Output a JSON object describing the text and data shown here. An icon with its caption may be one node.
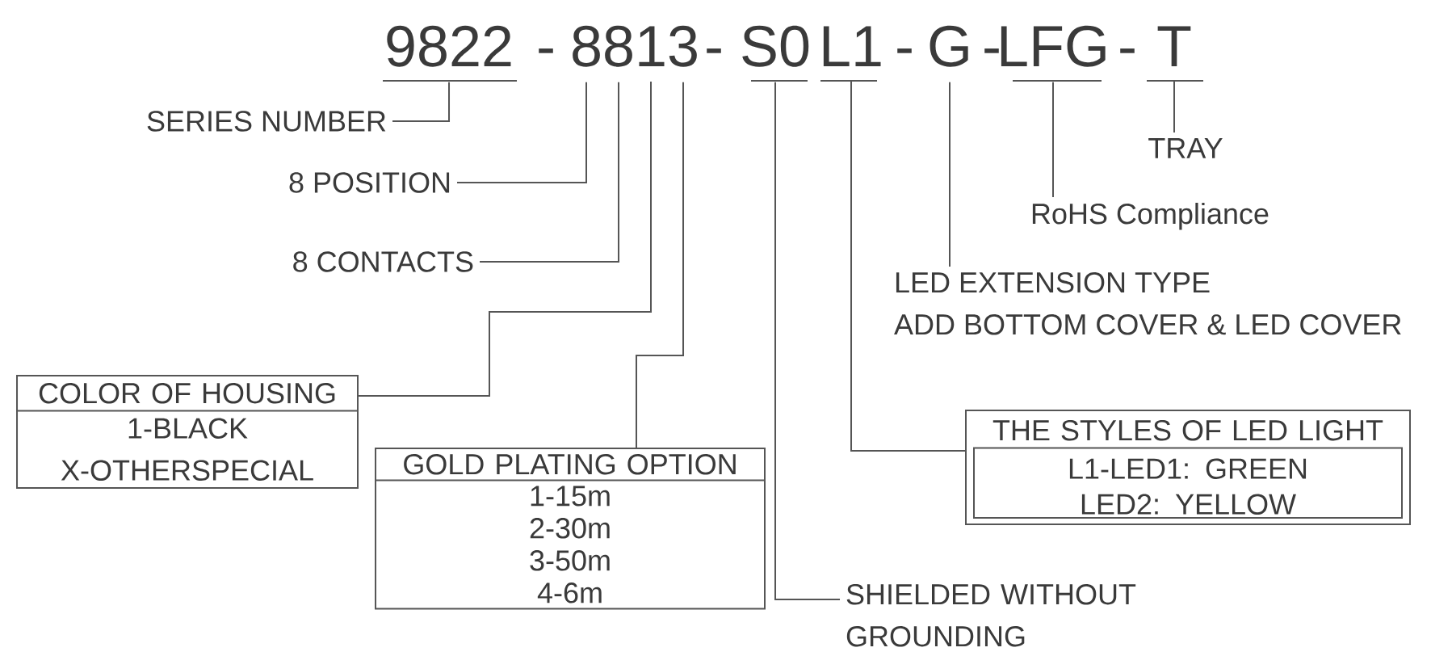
{
  "diagram": {
    "nodes": [
      {
        "text": [
          "9822"
        ]
      },
      {
        "text": [
          "8"
        ]
      },
      {
        "text": [
          "8"
        ]
      },
      {
        "text": [
          "1"
        ]
      },
      {
        "text": [
          "3"
        ]
      },
      {
        "text": [
          "S0"
        ]
      },
      {
        "text": [
          "L1"
        ]
      },
      {
        "text": [
          "G"
        ]
      },
      {
        "text": [
          "LFG"
        ]
      },
      {
        "text": [
          "T"
        ]
      },
      {
        "text": [
          "SERIES NUMBER"
        ]
      },
      {
        "text": [
          "8 POSITION"
        ]
      },
      {
        "text": [
          "8 CONTACTS"
        ]
      },
      {
        "text": [
          "COLOR OF HOUSING",
          "1-BLACK X-OTHERSPECIAL"
        ]
      },
      {
        "text": [
          "GOLD PLATING OPTION",
          "1-15m 2-30m 3-50m 4-6m"
        ]
      },
      {
        "text": [
          "SHIELDED WITHOUT GROUNDING"
        ]
      },
      {
        "text": [
          "THE STYLES OF LED LIGHT",
          "L1-LED1: GREEN LED2: YELLOW"
        ]
      },
      {
        "text": [
          "LED EXTENSION TYPE",
          "ADD BOTTOM COVER & LED COVER"
        ]
      },
      {
        "text": [
          "RoHS Compliance"
        ]
      },
      {
        "text": [
          "TRAY"
        ]
      }
    ],
    "edges": [
      {
        "from": 10,
        "to": 0,
        "arrow": "none"
      },
      {
        "from": 11,
        "to": 1,
        "arrow": "none"
      },
      {
        "from": 12,
        "to": 2,
        "arrow": "none"
      },
      {
        "from": 13,
        "to": 3,
        "arrow": "none"
      },
      {
        "from": 14,
        "to": 4,
        "arrow": "none"
      },
      {
        "from": 15,
        "to": 5,
        "arrow": "none"
      },
      {
        "from": 16,
        "to": 6,
        "arrow": "none"
      },
      {
        "from": 17,
        "to": 7,
        "arrow": "none"
      },
      {
        "from": 18,
        "to": 8,
        "arrow": "none"
      },
      {
        "from": 19,
        "to": 9,
        "arrow": "none"
      }
    ],
    "labels": [
      "-",
      "-",
      "-",
      "-",
      "-"
    ]
  }
}
